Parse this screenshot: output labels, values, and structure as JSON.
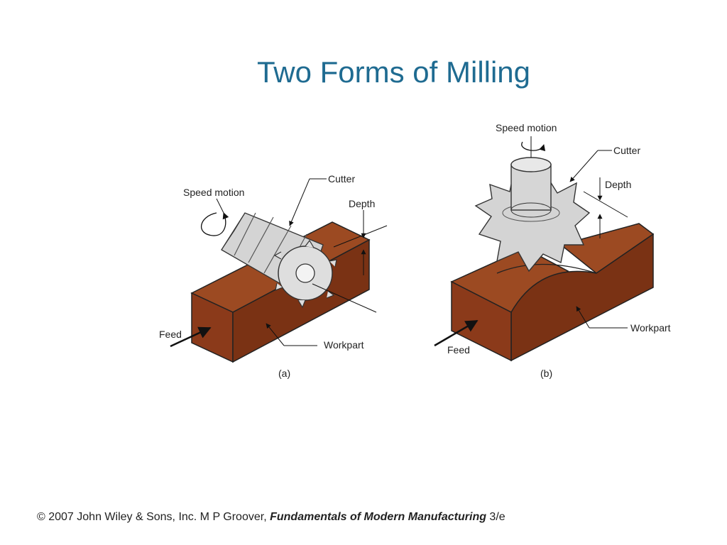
{
  "title": "Two Forms of Milling",
  "figure_a": {
    "caption": "(a)",
    "labels": {
      "speed_motion": "Speed motion",
      "cutter": "Cutter",
      "depth": "Depth",
      "feed": "Feed",
      "workpart": "Workpart"
    }
  },
  "figure_b": {
    "caption": "(b)",
    "labels": {
      "speed_motion": "Speed motion",
      "cutter": "Cutter",
      "depth": "Depth",
      "feed": "Feed",
      "workpart": "Workpart"
    }
  },
  "footer": {
    "prefix": "© 2007 John Wiley & Sons, Inc.  M P Groover, ",
    "book": "Fundamentals of Modern Manufacturing",
    "suffix": " 3/e"
  },
  "colors": {
    "title": "#1f6b91",
    "workpart": "#8b3a1a",
    "workpart_dark": "#6b2a10",
    "cutter": "#c8c8c8"
  }
}
